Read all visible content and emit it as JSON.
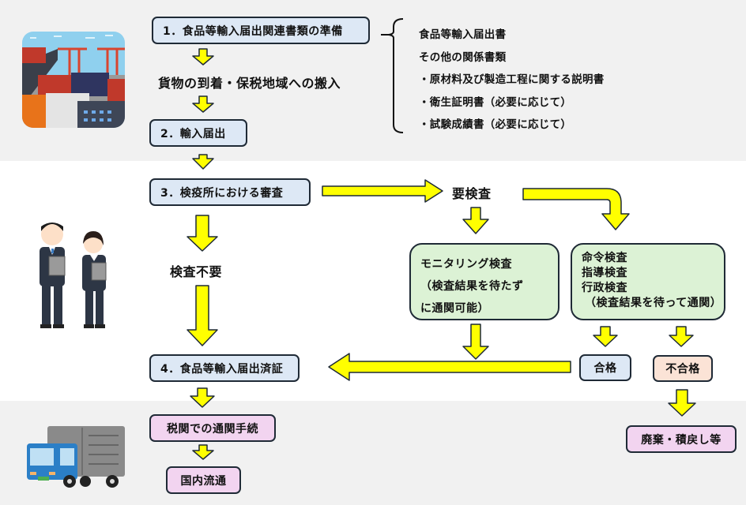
{
  "diagram": {
    "steps": {
      "step1": "1．食品等輸入届出関連書類の準備",
      "arrival": "貨物の到着・保税地域への搬入",
      "step2": "2．輸入届出",
      "step3": "3．検疫所における審査",
      "no_inspection": "検査不要",
      "inspection_required": "要検査",
      "step4": "4．食品等輸入届出済証",
      "customs": "税関での通関手続",
      "distribution": "国内流通"
    },
    "documents": {
      "items": [
        "食品等輸入届出書",
        "その他の関係書類",
        "・原材料及び製造工程に関する説明書",
        "・衛生証明書（必要に応じて）",
        "・試験成績書（必要に応じて）"
      ]
    },
    "monitoring": {
      "title": "モニタリング検査",
      "line2": "（検査結果を待たず",
      "line3": "に通関可能）"
    },
    "ordered": {
      "line1": "命令検査",
      "line2": "指導検査",
      "line3": "行政検査",
      "line4": "（検査結果を待って通関）"
    },
    "results": {
      "pass": "合格",
      "fail": "不合格",
      "disposal": "廃棄・積戻し等"
    },
    "illustrations": {
      "port": "port-containers-illustration",
      "inspectors": "inspectors-illustration",
      "truck": "truck-illustration"
    },
    "colors": {
      "arrow_fill": "#ffff00",
      "arrow_stroke": "#1f2a36",
      "box_blue": "#dde8f5",
      "box_pink": "#f2d4f0",
      "box_peach": "#fbe3d6",
      "box_green": "#dcf2d5",
      "band_gray": "#f1f1f1"
    }
  }
}
